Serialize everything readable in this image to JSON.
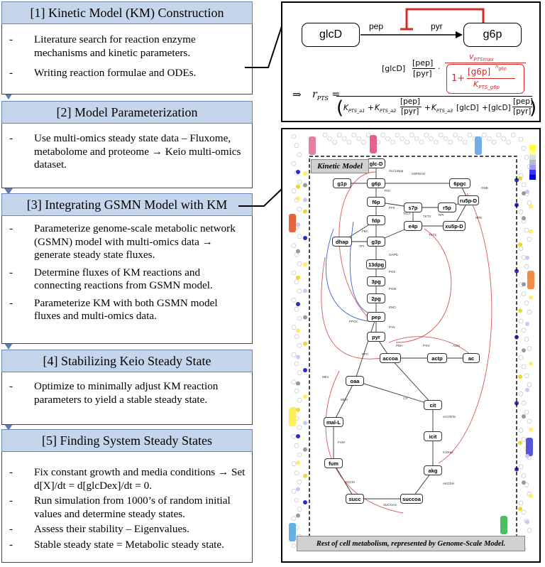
{
  "steps": [
    {
      "title": "[1] Kinetic Model (KM) Construction",
      "bullets": [
        "Literature search for reaction enzyme mechanisms and kinetic parameters.",
        "Writing reaction formulae and ODEs."
      ]
    },
    {
      "title": "[2] Model Parameterization",
      "bullets": [
        "Use multi-omics steady state data – Fluxome, metabolome and proteome → Keio multi-omics dataset."
      ]
    },
    {
      "title": "[3] Integrating GSMN Model with KM",
      "bullets": [
        "Parameterize genome-scale metabolic network (GSMN) model with multi-omics data → generate steady state fluxes.",
        "Determine fluxes of KM reactions and connecting reactions from GSMN model.",
        "Parameterize KM with both GSMN model fluxes and multi-omics data."
      ]
    },
    {
      "title": "[4] Stabilizing Keio Steady State",
      "bullets": [
        "Optimize to minimally adjust KM reaction parameters to yield a stable steady state."
      ]
    },
    {
      "title": "[5] Finding System Steady States",
      "bullets": [
        "Fix constant growth and media conditions → Set d[X]/dt = d[glcDex]/dt = 0.",
        "Run simulation from 1000’s of random initial values and determine steady states.",
        "Assess their stability – Eigenvalues.",
        "Stable steady state = Metabolic steady state."
      ]
    }
  ],
  "formula": {
    "node_left": "glcD",
    "node_right": "g6p",
    "arrow_label_left": "pep",
    "arrow_label_right": "pyr",
    "implies": "⇒",
    "rate_symbol": "r",
    "rate_sub": "PTS",
    "equals": "=",
    "num_pre": "[glcD]",
    "frac_pep": "[pep]",
    "frac_pyr": "[pyr]",
    "dot": "·",
    "vmax_v": "v",
    "vmax_sub": "PTSmax",
    "one_plus": "1+",
    "g6p_term": "[g6p]",
    "n_exp": "n",
    "n_sub": "g6p",
    "kg6p_k": "K",
    "kg6p_sub": "PTS_g6p",
    "den_k": "K",
    "den_sub1": "PTS_a1",
    "den_sub2": "PTS_a2",
    "den_sub3": "PTS_a3",
    "den_plus": "+",
    "den_glcd": "[glcD]",
    "den_glcd2": "[glcD]",
    "den_pep": "[pep]",
    "den_pyr": "[pyr]",
    "den_pep2": "[pep]",
    "den_pyr2": "[pyr]"
  },
  "map": {
    "kinetic_model_label": "Kinetic Model",
    "footer_label": "Rest of cell metabolism, represented by Genome-Scale Model.",
    "metabolites": [
      "glc-D",
      "g6p",
      "g1p",
      "6pgc",
      "ru5p-D",
      "f6p",
      "s7p",
      "r5p",
      "fdp",
      "e4p",
      "xu5p-D",
      "dhap",
      "g3p",
      "13dpg",
      "3pg",
      "2pg",
      "pep",
      "pyr",
      "accoa",
      "actp",
      "ac",
      "oaa",
      "cit",
      "mal-L",
      "icit",
      "fum",
      "akg",
      "succ",
      "succoa"
    ],
    "enzymes": [
      "GLCptspp",
      "PGI",
      "PFK",
      "FBA",
      "TPI",
      "GAPD",
      "PGK",
      "PGM",
      "ENO",
      "PYK",
      "PDH",
      "PTAr",
      "ACKr",
      "CS",
      "ACONTa",
      "ICDHyr",
      "AKGDH",
      "SUCOAS",
      "SUCDi",
      "FUM",
      "MDH",
      "PPC",
      "PPCK",
      "ME1",
      "G6PDH2r",
      "GND",
      "RPI",
      "RPE",
      "TKT1",
      "TKT2",
      "TALA"
    ]
  }
}
